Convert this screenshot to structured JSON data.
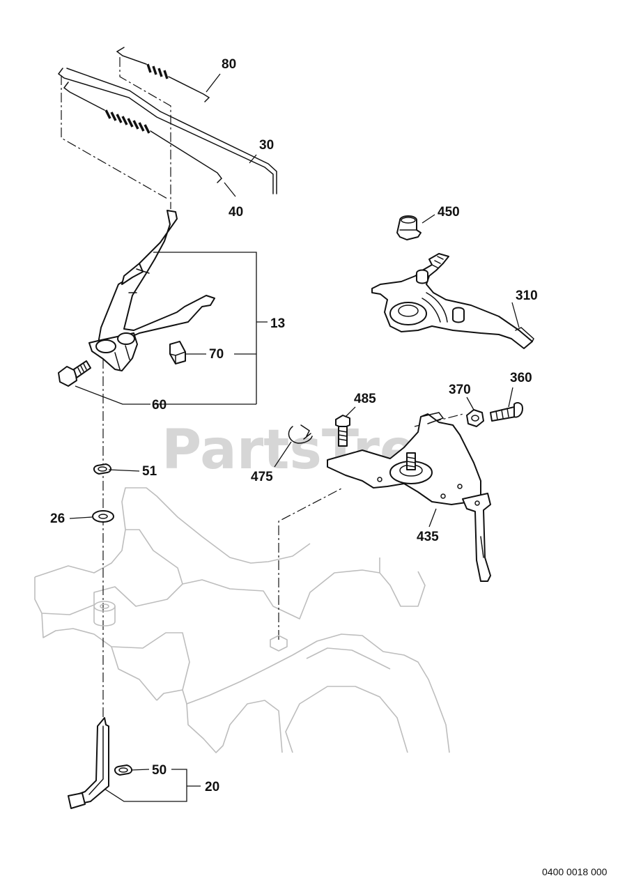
{
  "watermark": "PartsTree",
  "document_number": "0400 0018 000",
  "callouts": {
    "c80": "80",
    "c30": "30",
    "c40": "40",
    "c450": "450",
    "c310": "310",
    "c13": "13",
    "c70": "70",
    "c60": "60",
    "c485": "485",
    "c370": "370",
    "c360": "360",
    "c475": "475",
    "c435": "435",
    "c51": "51",
    "c26": "26",
    "c50": "50",
    "c20": "20"
  }
}
